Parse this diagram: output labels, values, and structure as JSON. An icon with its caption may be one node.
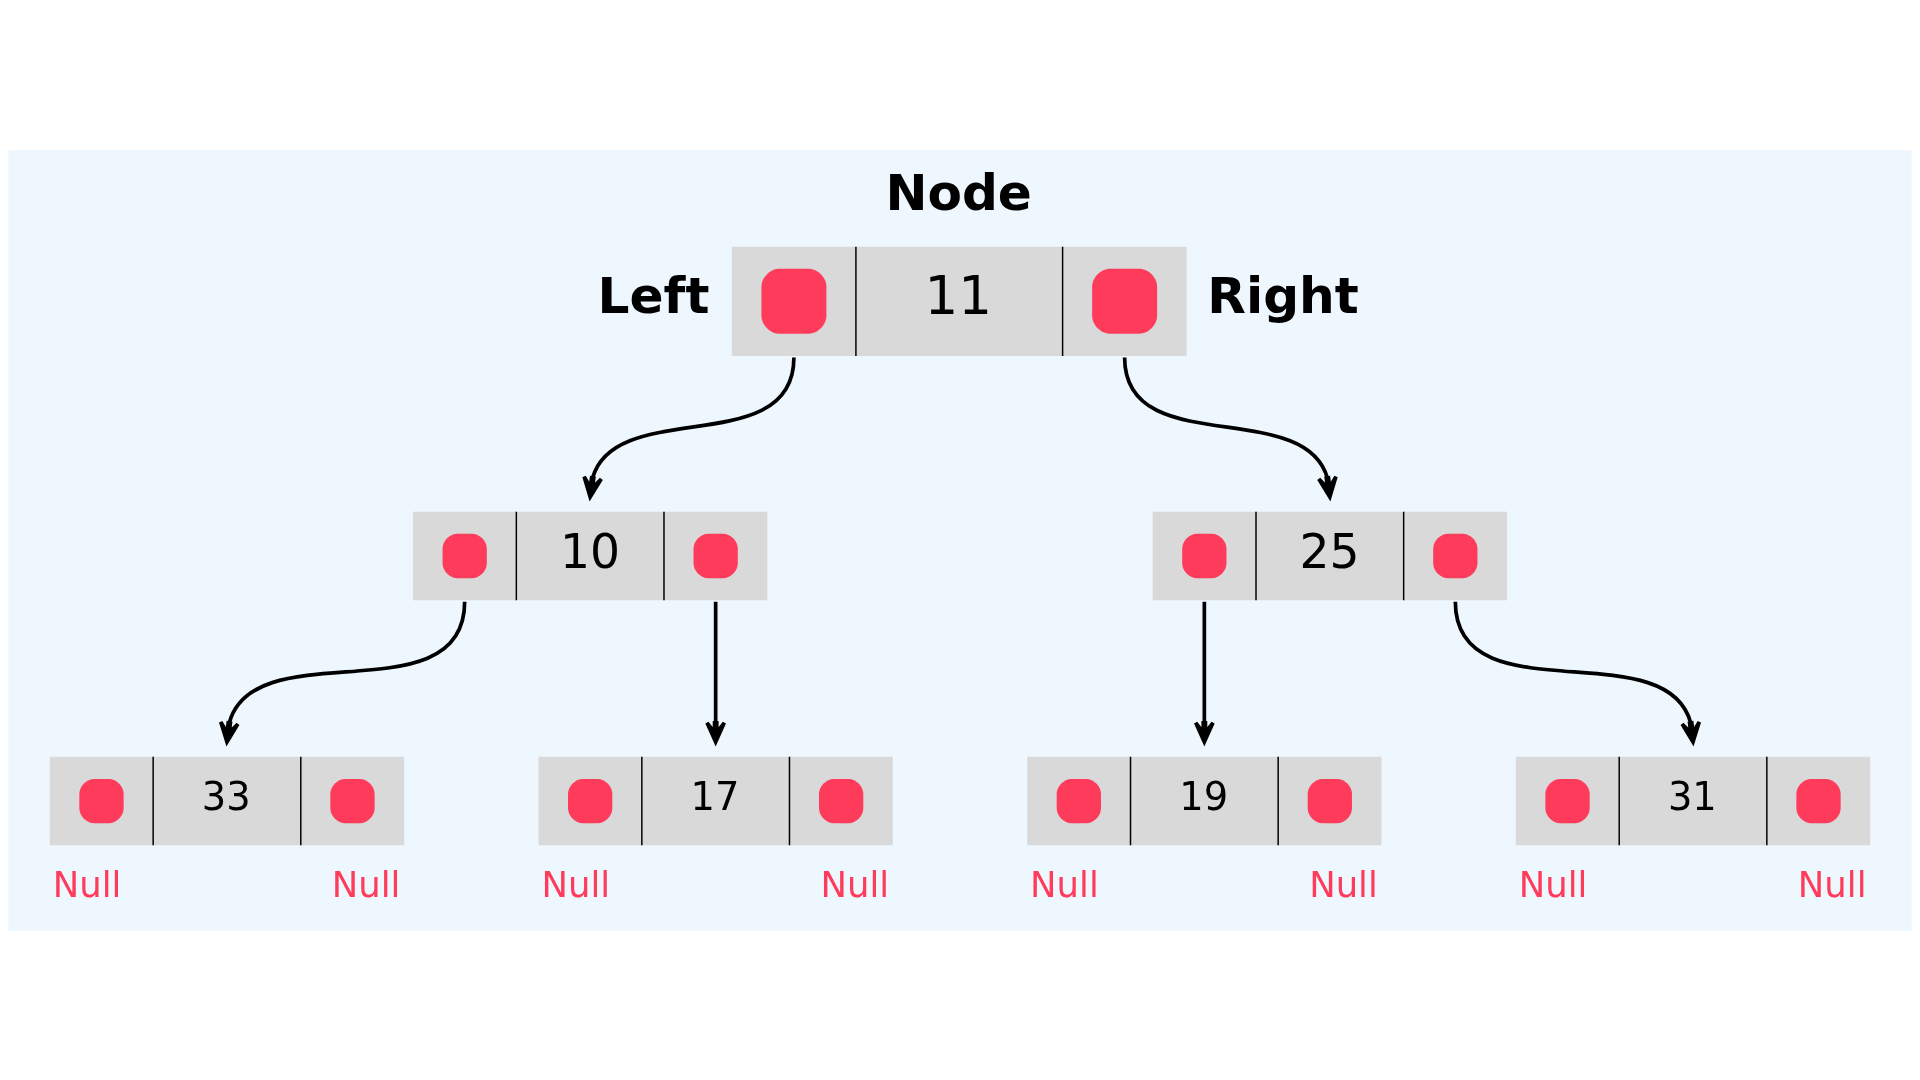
{
  "diagram": {
    "nodes": [
      {
        "text": [
          "Node",
          "11"
        ],
        "beside": [
          "Left",
          "Right"
        ]
      },
      {
        "text": [
          "10"
        ]
      },
      {
        "text": [
          "25"
        ]
      },
      {
        "text": [
          "33"
        ],
        "beside": [
          "Null",
          "Null"
        ]
      },
      {
        "text": [
          "17"
        ],
        "beside": [
          "Null",
          "Null"
        ]
      },
      {
        "text": [
          "19"
        ],
        "beside": [
          "Null",
          "Null"
        ]
      },
      {
        "text": [
          "31"
        ],
        "beside": [
          "Null",
          "Null"
        ]
      }
    ],
    "edges": [
      {
        "from": 0,
        "to": 1,
        "arrow": "to"
      },
      {
        "from": 0,
        "to": 2,
        "arrow": "to"
      },
      {
        "from": 1,
        "to": 3,
        "arrow": "to"
      },
      {
        "from": 1,
        "to": 4,
        "arrow": "to"
      },
      {
        "from": 2,
        "to": 5,
        "arrow": "to"
      },
      {
        "from": 2,
        "to": 6,
        "arrow": "to"
      }
    ]
  }
}
